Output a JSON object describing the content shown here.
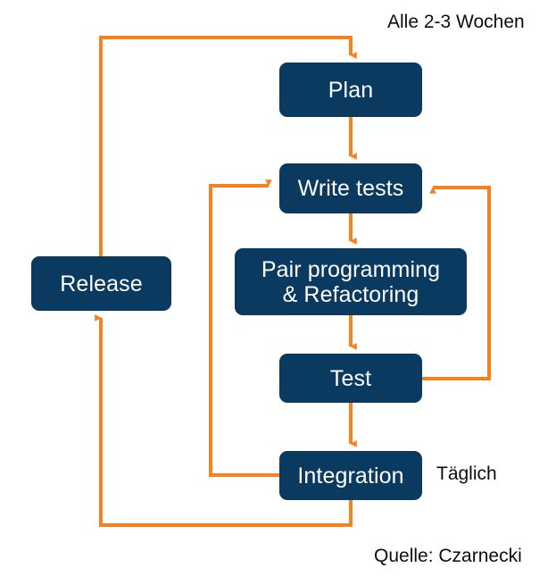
{
  "diagram": {
    "title": "Agile development cycle flow diagram",
    "colors": {
      "node_fill": "#0b3a61",
      "node_text": "#ffffff",
      "connector": "#f5821f",
      "background": "#ffffff",
      "annotation_text": "#0d0d0d"
    },
    "nodes": [
      {
        "id": "plan",
        "label": "Plan"
      },
      {
        "id": "write_tests",
        "label": "Write tests"
      },
      {
        "id": "pair",
        "label": "Pair programming\n& Refactoring"
      },
      {
        "id": "test",
        "label": "Test"
      },
      {
        "id": "integration",
        "label": "Integration"
      },
      {
        "id": "release",
        "label": "Release"
      }
    ],
    "annotations": {
      "cadence": "Alle 2-3 Wochen",
      "daily": "Täglich",
      "source": "Quelle: Czarnecki"
    },
    "edges": [
      {
        "id": "plan-to-write-tests",
        "from": "plan",
        "to": "write_tests",
        "kind": "straight-down"
      },
      {
        "id": "write-tests-to-pair",
        "from": "write_tests",
        "to": "pair",
        "kind": "straight-down"
      },
      {
        "id": "pair-to-test",
        "from": "pair",
        "to": "test",
        "kind": "straight-down"
      },
      {
        "id": "test-to-integration",
        "from": "test",
        "to": "integration",
        "kind": "straight-down"
      },
      {
        "id": "test-to-write-tests-loop",
        "from": "test",
        "to": "write_tests",
        "kind": "right-feedback-loop"
      },
      {
        "id": "integration-to-write-tests-loop",
        "from": "integration",
        "to": "write_tests",
        "kind": "left-feedback-loop"
      },
      {
        "id": "integration-to-release",
        "from": "integration",
        "to": "release",
        "kind": "bottom-loop"
      },
      {
        "id": "release-to-plan",
        "from": "release",
        "to": "plan",
        "kind": "top-loop"
      }
    ]
  }
}
